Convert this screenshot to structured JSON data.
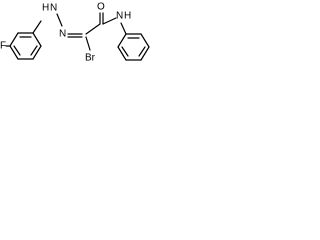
{
  "molecule": {
    "atoms": {
      "fluorine": "F",
      "hydrazone_nh": "H",
      "hydrazone_nh_n": "N",
      "hydrazone_n": "N",
      "oxygen": "O",
      "amide_n": "N",
      "amide_h": "H",
      "bromine": "Br"
    }
  }
}
